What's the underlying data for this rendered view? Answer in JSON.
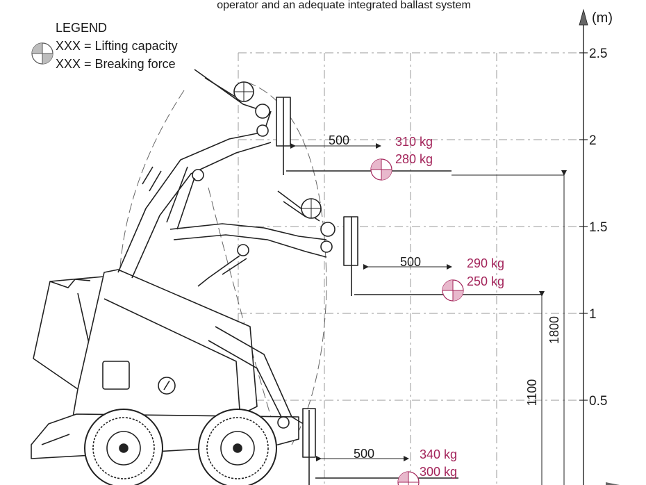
{
  "header": {
    "title_fragment": "operator and an adequate integrated ballast system"
  },
  "legend": {
    "title": "LEGEND",
    "lifting": "XXX = Lifting capacity",
    "breaking": "XXX = Breaking force"
  },
  "axis": {
    "unit": "(m)",
    "ticks": [
      {
        "label": "2.5",
        "value": 2.5
      },
      {
        "label": "2",
        "value": 2.0
      },
      {
        "label": "1.5",
        "value": 1.5
      },
      {
        "label": "1",
        "value": 1.0
      },
      {
        "label": "0.5",
        "value": 0.5
      }
    ]
  },
  "positions": [
    {
      "id": "top",
      "offset": "500",
      "lifting": "310 kg",
      "breaking": "280 kg"
    },
    {
      "id": "middle",
      "offset": "500",
      "lifting": "290 kg",
      "breaking": "250 kg"
    },
    {
      "id": "bottom",
      "offset": "500",
      "lifting": "340 kg",
      "breaking": "300 kg"
    }
  ],
  "dimensions": {
    "height_high": "1800",
    "height_mid": "1100"
  }
}
